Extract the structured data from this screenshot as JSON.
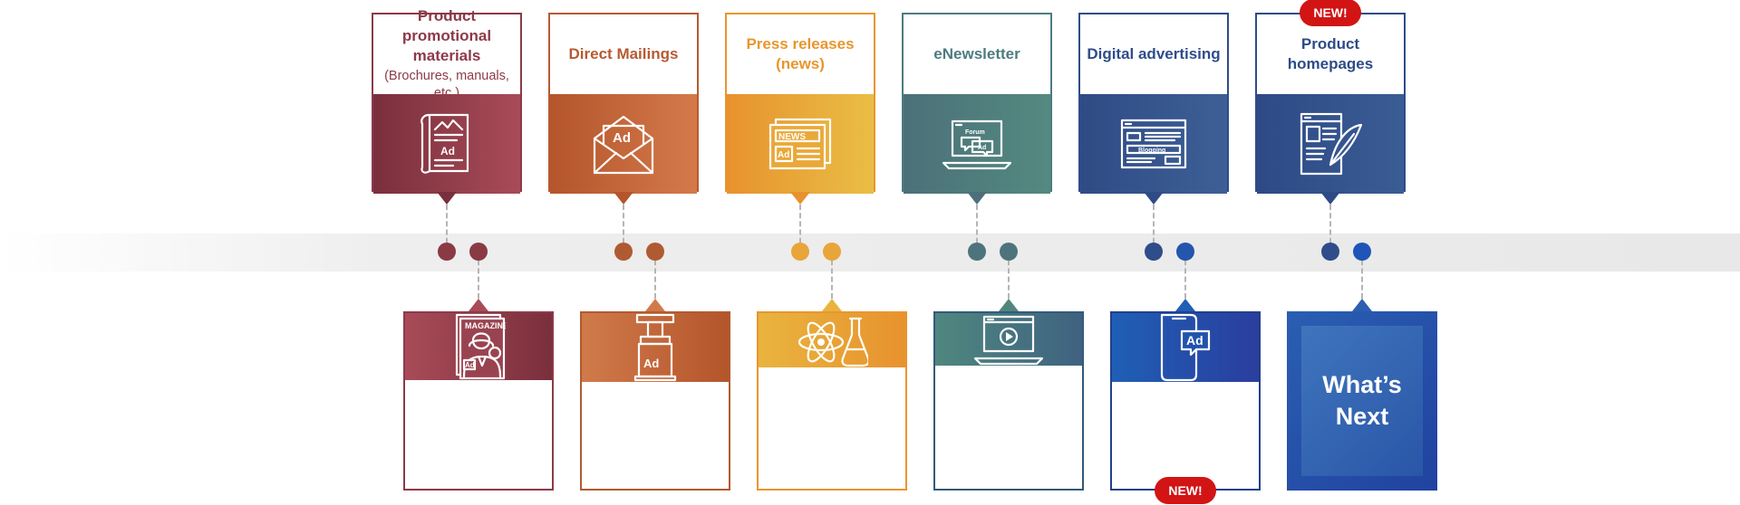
{
  "top_items": [
    {
      "title": "Product promotional materials",
      "subtitle": "(Brochures, manuals, etc.)",
      "icon": "brochure-icon",
      "color": "#8c3a48",
      "grad": [
        "#7a2f3c",
        "#a84b58"
      ]
    },
    {
      "title": "Direct Mailings",
      "subtitle": "",
      "icon": "envelope-ad-icon",
      "color": "#b75a32",
      "grad": [
        "#b4552c",
        "#d47a4a"
      ]
    },
    {
      "title": "Press releases (news)",
      "subtitle": "",
      "icon": "newspaper-icon",
      "color": "#e8962e",
      "grad": [
        "#e8922e",
        "#e9be45"
      ]
    },
    {
      "title": "eNewsletter",
      "subtitle": "",
      "icon": "laptop-forum-icon",
      "color": "#4d7b80",
      "grad": [
        "#4c7079",
        "#538a80"
      ]
    },
    {
      "title": "Digital advertising",
      "subtitle": "",
      "icon": "browser-blogging-icon",
      "color": "#2f4d8a",
      "grad": [
        "#2f4b85",
        "#3d5f96"
      ]
    },
    {
      "title": "Product homepages",
      "subtitle": "",
      "icon": "webpage-quill-icon",
      "color": "#2d4c88",
      "grad": [
        "#2d4a86",
        "#3a5c94"
      ],
      "badge": "NEW!"
    }
  ],
  "bottom_items": [
    {
      "title": "Offline advertising",
      "subtitle": "(Paper advertisement)",
      "icon": "magazine-icon",
      "color": "#8c3a48",
      "grad": [
        "#a84b58",
        "#7a2f3c"
      ]
    },
    {
      "title": "Booth Advertising",
      "subtitle": "",
      "icon": "booth-stand-icon",
      "color": "#b05a32",
      "grad": [
        "#d07a4a",
        "#b4552c"
      ]
    },
    {
      "title": "Seminar",
      "subtitle": "",
      "icon": "science-seminar-icon",
      "color": "#e8962e",
      "grad": [
        "#e9b43e",
        "#e8922e"
      ]
    },
    {
      "title": "Video materials",
      "subtitle": "",
      "icon": "laptop-video-icon",
      "color": "#34597a",
      "grad": [
        "#4f877f",
        "#3f6280"
      ]
    },
    {
      "title": "Audiobooks",
      "subtitle": "",
      "icon": "smartphone-ad-icon",
      "color": "#233f8a",
      "grad": [
        "#1f5fb5",
        "#2a3e9e"
      ],
      "badge": "NEW!"
    }
  ],
  "whats_next": {
    "title": "What’s Next",
    "grad": [
      "#2a5fb2",
      "#2142a0"
    ]
  },
  "dots": [
    {
      "top": "#8a3a45",
      "bottom": "#8a3a45"
    },
    {
      "top": "#b05a32",
      "bottom": "#b05a32"
    },
    {
      "top": "#e9a53a",
      "bottom": "#e9a53a"
    },
    {
      "top": "#4d747c",
      "bottom": "#4d747c"
    },
    {
      "top": "#2f4d8a",
      "bottom": "#2456ad"
    },
    {
      "top": "#2f4d8a",
      "bottom": "#1f55b8"
    }
  ],
  "colors": {
    "badge": "#d21414",
    "dashed_line": "#b5b5b5",
    "band": "#ececec"
  }
}
